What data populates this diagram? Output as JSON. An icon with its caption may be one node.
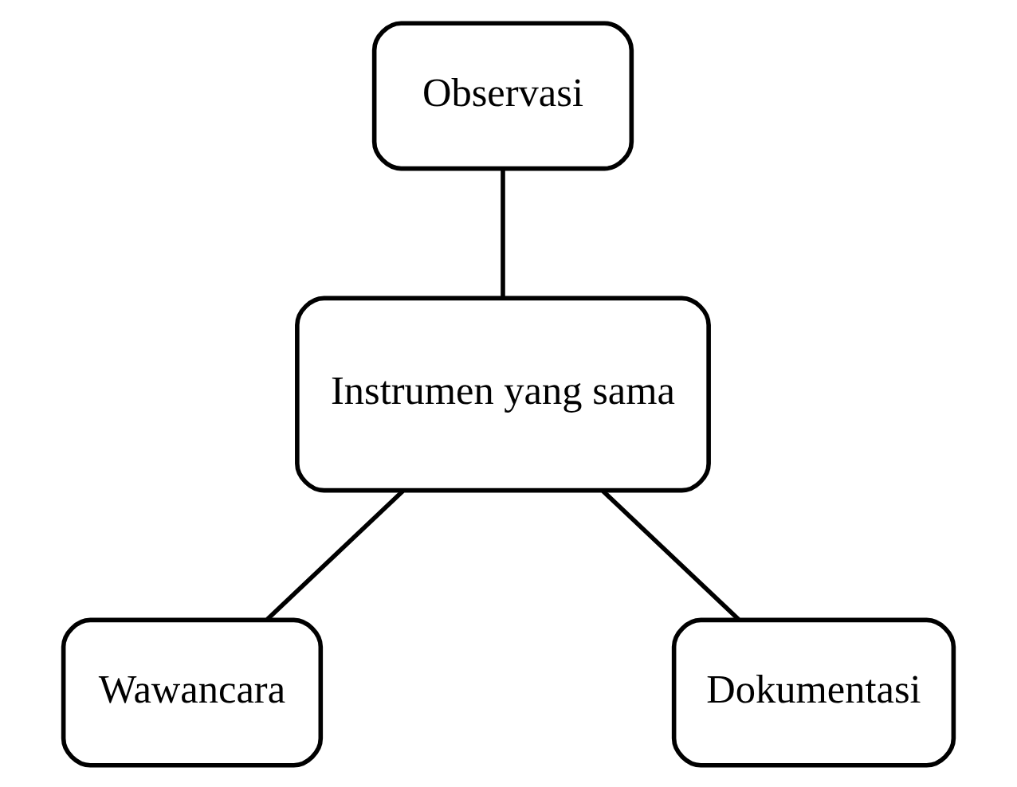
{
  "diagram": {
    "nodes": [
      {
        "text": [
          "Observasi"
        ]
      },
      {
        "text": [
          "Instrumen yang sama"
        ]
      },
      {
        "text": [
          "Wawancara"
        ]
      },
      {
        "text": [
          "Dokumentasi"
        ]
      }
    ],
    "edges": [
      {
        "from": 0,
        "to": 1,
        "arrow": "none"
      },
      {
        "from": 1,
        "to": 2,
        "arrow": "none"
      },
      {
        "from": 1,
        "to": 3,
        "arrow": "none"
      }
    ]
  }
}
